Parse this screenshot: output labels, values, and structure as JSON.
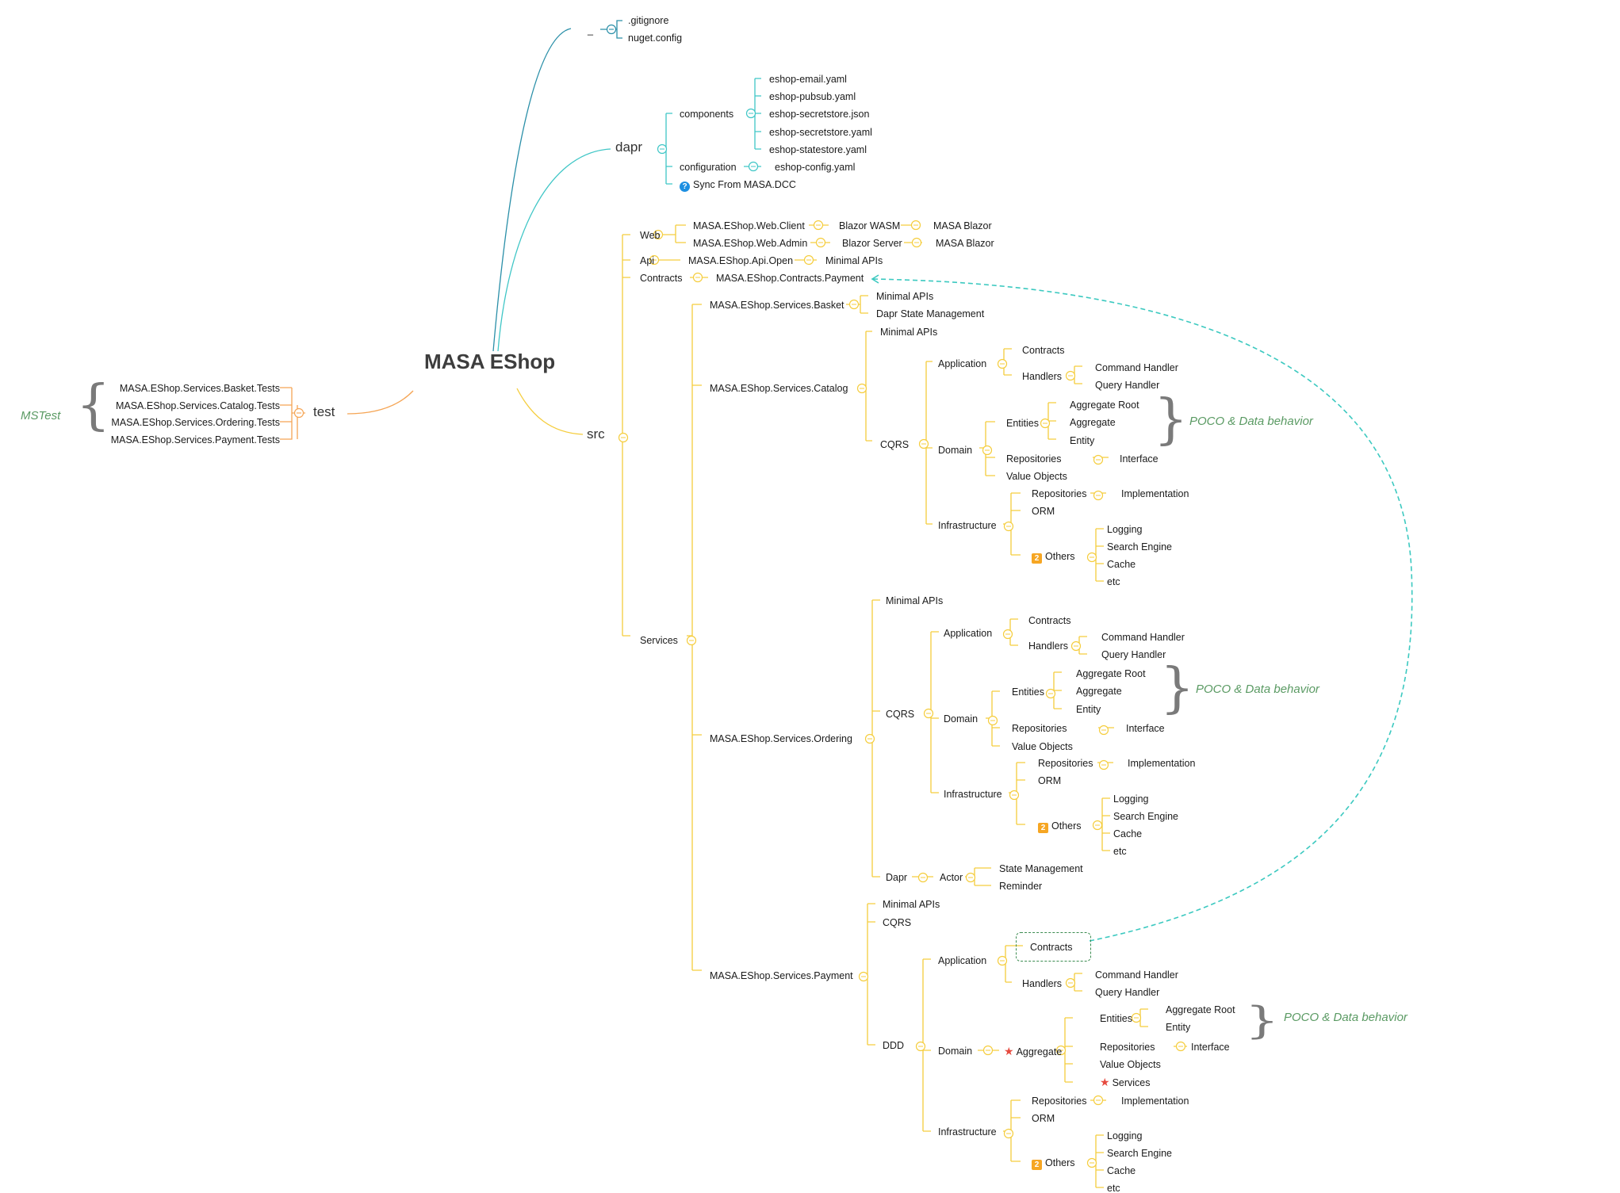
{
  "root": "MASA EShop",
  "blank_label": "_",
  "root_files": [
    ".gitignore",
    "nuget.config"
  ],
  "dapr": {
    "label": "dapr",
    "components_label": "components",
    "components": [
      "eshop-email.yaml",
      "eshop-pubsub.yaml",
      "eshop-secretstore.json",
      "eshop-secretstore.yaml",
      "eshop-statestore.yaml"
    ],
    "configuration_label": "configuration",
    "configuration_file": "eshop-config.yaml",
    "sync_note": "Sync From MASA.DCC"
  },
  "test": {
    "label": "test",
    "projects": [
      "MASA.EShop.Services.Basket.Tests",
      "MASA.EShop.Services.Catalog.Tests",
      "MASA.EShop.Services.Ordering.Tests",
      "MASA.EShop.Services.Payment.Tests"
    ],
    "framework_note": "MSTest"
  },
  "src": {
    "label": "src",
    "web": {
      "label": "Web",
      "client": "MASA.EShop.Web.Client",
      "client_tech": "Blazor WASM",
      "client_ui": "MASA Blazor",
      "admin": "MASA.EShop.Web.Admin",
      "admin_tech": "Blazor Server",
      "admin_ui": "MASA Blazor"
    },
    "api": {
      "label": "Api",
      "project": "MASA.EShop.Api.Open",
      "tech": "Minimal APIs"
    },
    "contracts": {
      "label": "Contracts",
      "project": "MASA.EShop.Contracts.Payment"
    },
    "services_label": "Services",
    "basket": {
      "label": "MASA.EShop.Services.Basket",
      "items": [
        "Minimal APIs",
        "Dapr State Management"
      ]
    },
    "catalog": {
      "label": "MASA.EShop.Services.Catalog",
      "minimal": "Minimal APIs",
      "cqrs": "CQRS",
      "application": "Application",
      "contracts": "Contracts",
      "handlers": "Handlers",
      "command_handler": "Command Handler",
      "query_handler": "Query Handler",
      "domain": "Domain",
      "entities": "Entities",
      "aggregate_root": "Aggregate Root",
      "aggregate": "Aggregate",
      "entity": "Entity",
      "repositories": "Repositories",
      "interface": "Interface",
      "value_objects": "Value Objects",
      "infrastructure": "Infrastructure",
      "infra_repositories": "Repositories",
      "implementation": "Implementation",
      "orm": "ORM",
      "others": "Others",
      "others_badge": "2",
      "others_items": [
        "Logging",
        "Search Engine",
        "Cache",
        "etc"
      ],
      "poco_note": "POCO & Data behavior"
    },
    "ordering": {
      "label": "MASA.EShop.Services.Ordering",
      "minimal": "Minimal APIs",
      "cqrs": "CQRS",
      "application": "Application",
      "contracts": "Contracts",
      "handlers": "Handlers",
      "command_handler": "Command Handler",
      "query_handler": "Query Handler",
      "domain": "Domain",
      "entities": "Entities",
      "aggregate_root": "Aggregate Root",
      "aggregate": "Aggregate",
      "entity": "Entity",
      "repositories": "Repositories",
      "interface": "Interface",
      "value_objects": "Value Objects",
      "infrastructure": "Infrastructure",
      "infra_repositories": "Repositories",
      "implementation": "Implementation",
      "orm": "ORM",
      "others": "Others",
      "others_badge": "2",
      "others_items": [
        "Logging",
        "Search Engine",
        "Cache",
        "etc"
      ],
      "poco_note": "POCO & Data behavior",
      "dapr": "Dapr",
      "actor": "Actor",
      "actor_items": [
        "State Management",
        "Reminder"
      ]
    },
    "payment": {
      "label": "MASA.EShop.Services.Payment",
      "minimal": "Minimal APIs",
      "cqrs": "CQRS",
      "ddd": "DDD",
      "application": "Application",
      "contracts": "Contracts",
      "handlers": "Handlers",
      "command_handler": "Command Handler",
      "query_handler": "Query Handler",
      "domain": "Domain",
      "aggregate": "Aggregate",
      "entities": "Entities",
      "aggregate_root": "Aggregate Root",
      "entity": "Entity",
      "repositories": "Repositories",
      "interface": "Interface",
      "value_objects": "Value Objects",
      "services": "Services",
      "infrastructure": "Infrastructure",
      "infra_repositories": "Repositories",
      "implementation": "Implementation",
      "orm": "ORM",
      "others": "Others",
      "others_badge": "2",
      "others_items": [
        "Logging",
        "Search Engine",
        "Cache",
        "etc"
      ],
      "poco_note": "POCO & Data behavior"
    }
  },
  "colors": {
    "src_branch": "#f5cd3d",
    "dapr_branch": "#3fc6c6",
    "blank_branch": "#2a8fa8",
    "test_branch": "#f5a555",
    "link_dash": "#3cc9c0",
    "note": "#5a9a63",
    "star": "#e64a3f",
    "badge": "#f6a623"
  }
}
